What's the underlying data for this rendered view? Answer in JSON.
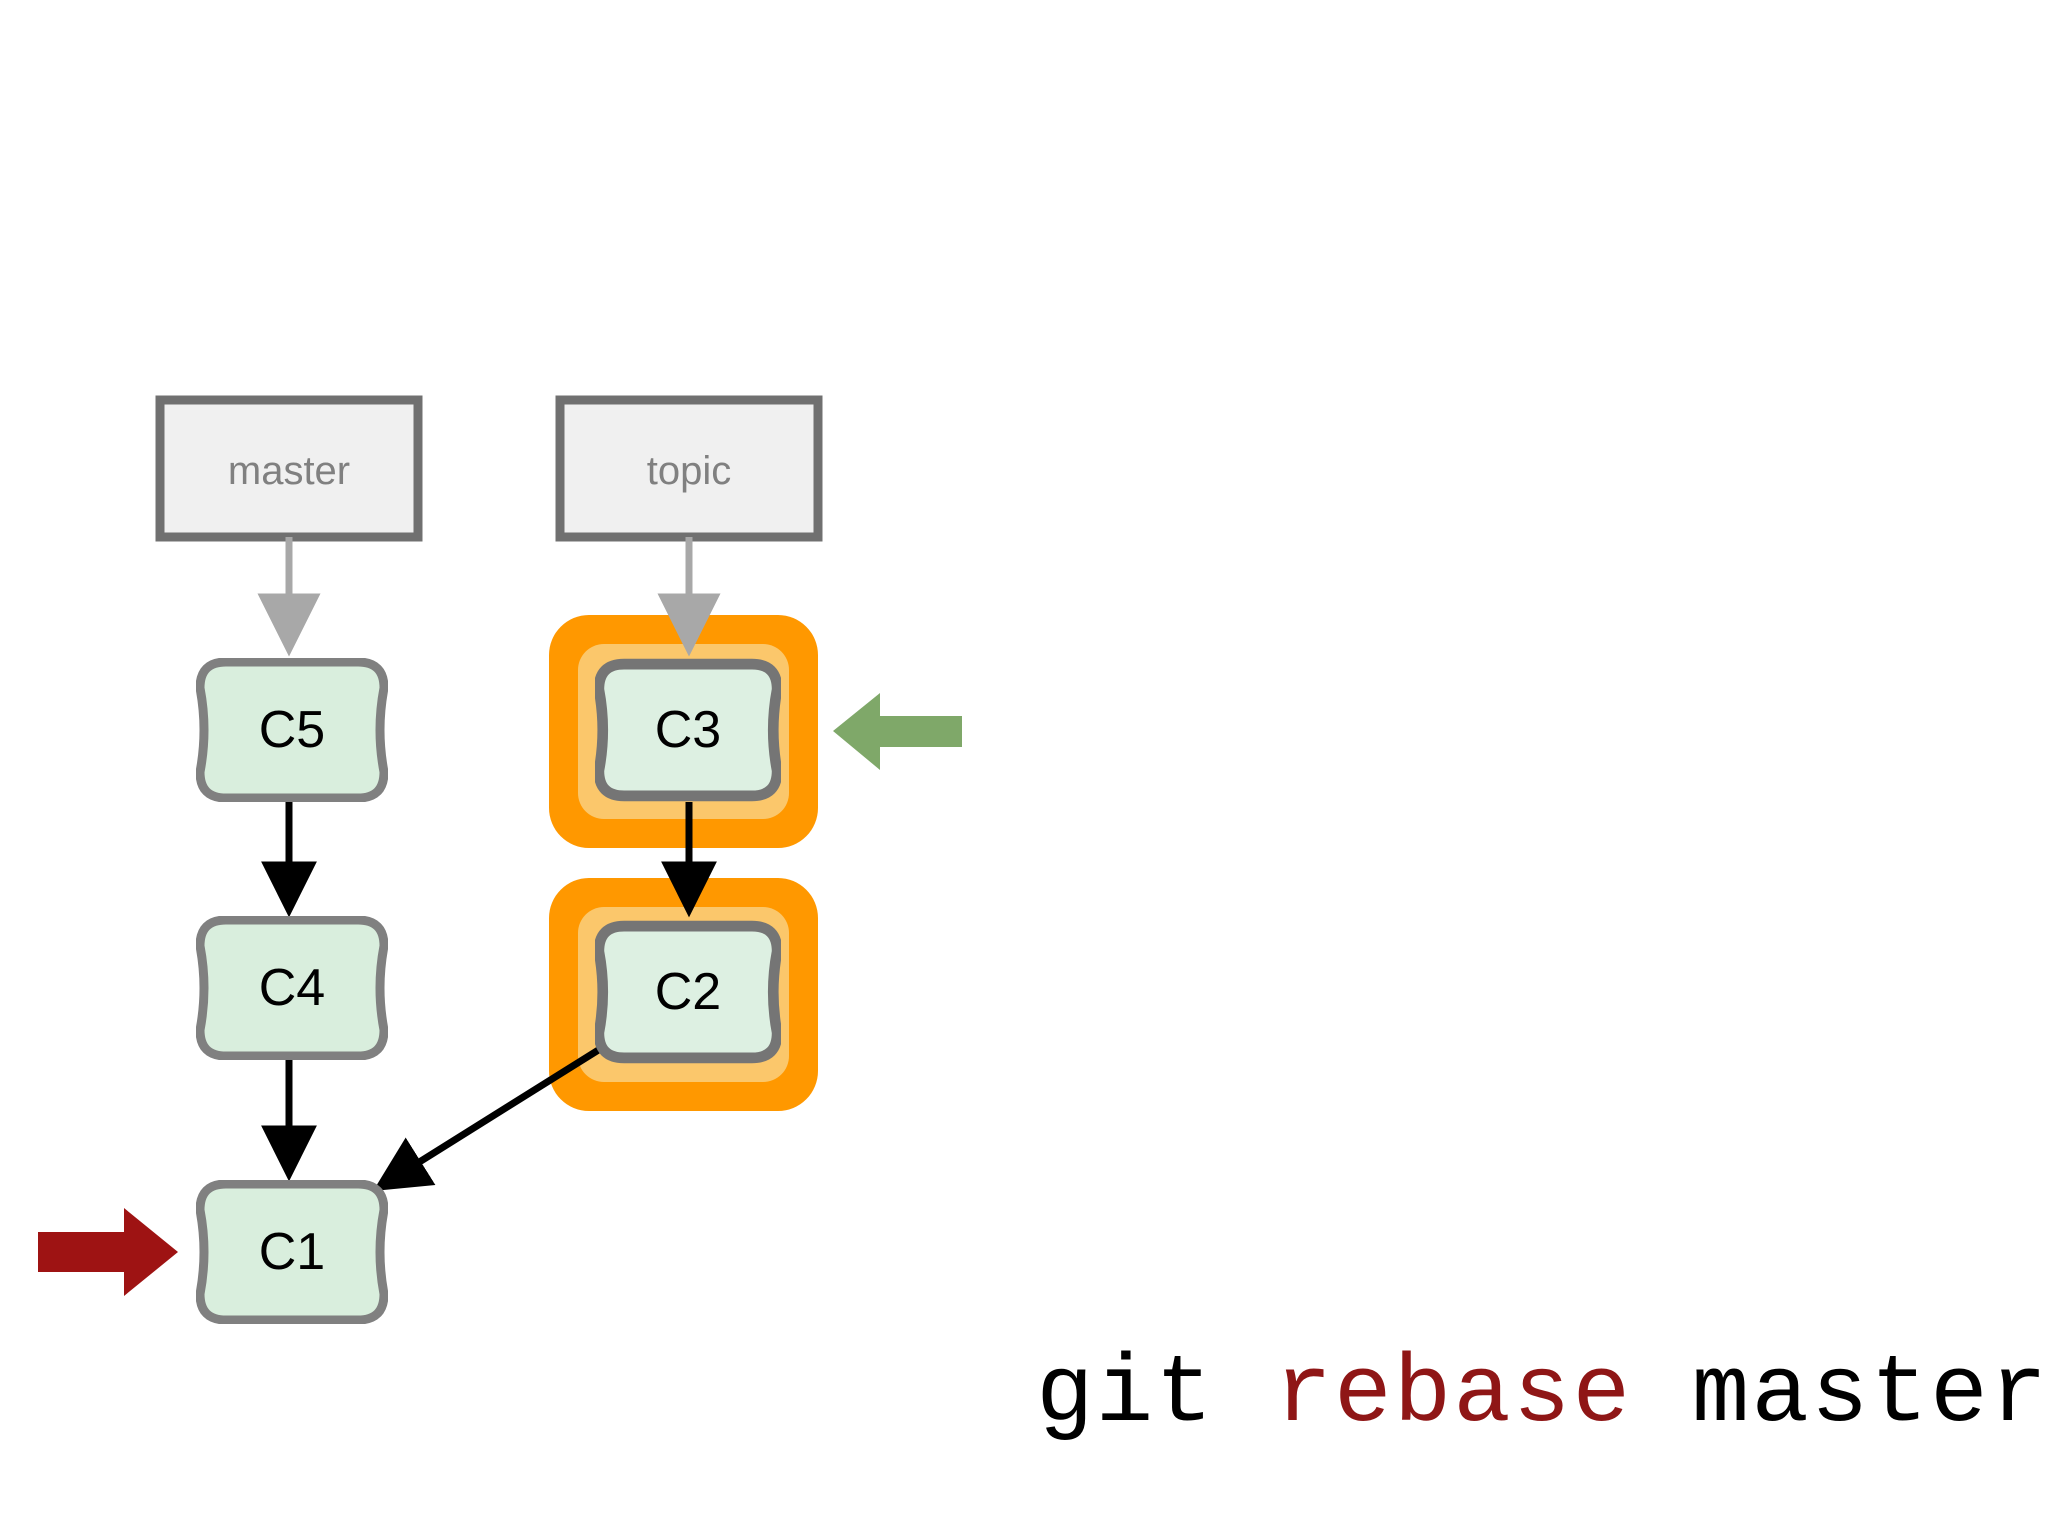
{
  "diagram": {
    "title": "git rebase master branch diagram",
    "type": "git-commit-graph",
    "background_color": "#ffffff",
    "palette": {
      "commit_fill": "#d9eedd",
      "commit_stroke": "#808080",
      "branch_box_fill": "#f0f0f0",
      "branch_box_stroke": "#707070",
      "branch_label_color": "#808080",
      "commit_label_color": "#000000",
      "highlight_outer": "#ff9800",
      "highlight_inner": "#fbc76b",
      "branch_arrow_color": "#a8a8a8",
      "commit_arrow_color": "#000000",
      "pointer_red": "#9e1313",
      "pointer_green": "#7fa869",
      "cmd_black": "#000000",
      "cmd_red": "#8f1616"
    },
    "branches": [
      {
        "id": "master",
        "label": "master",
        "column": "left"
      },
      {
        "id": "topic",
        "label": "topic",
        "column": "right"
      }
    ],
    "commits": [
      {
        "id": "C1",
        "label": "C1",
        "column": "left",
        "row": 3,
        "highlighted": false
      },
      {
        "id": "C4",
        "label": "C4",
        "column": "left",
        "row": 2,
        "highlighted": false
      },
      {
        "id": "C5",
        "label": "C5",
        "column": "left",
        "row": 1,
        "highlighted": false
      },
      {
        "id": "C2",
        "label": "C2",
        "column": "right",
        "row": 2,
        "highlighted": true
      },
      {
        "id": "C3",
        "label": "C3",
        "column": "right",
        "row": 1,
        "highlighted": true
      }
    ],
    "edges": [
      {
        "from": "master",
        "to": "C5",
        "kind": "branch-pointer"
      },
      {
        "from": "topic",
        "to": "C3",
        "kind": "branch-pointer"
      },
      {
        "from": "C5",
        "to": "C4",
        "kind": "parent"
      },
      {
        "from": "C4",
        "to": "C1",
        "kind": "parent"
      },
      {
        "from": "C3",
        "to": "C2",
        "kind": "parent"
      },
      {
        "from": "C2",
        "to": "C1",
        "kind": "parent"
      }
    ],
    "pointers": [
      {
        "id": "red-pointer",
        "target": "C1",
        "direction": "right",
        "color": "#9e1313"
      },
      {
        "id": "green-pointer",
        "target": "C3",
        "direction": "left",
        "color": "#7fa869"
      }
    ]
  },
  "command": {
    "full": "git rebase master",
    "tokens": [
      {
        "text": "git",
        "color": "#000000"
      },
      {
        "text": "rebase",
        "color": "#8f1616"
      },
      {
        "text": "master",
        "color": "#000000"
      }
    ]
  }
}
